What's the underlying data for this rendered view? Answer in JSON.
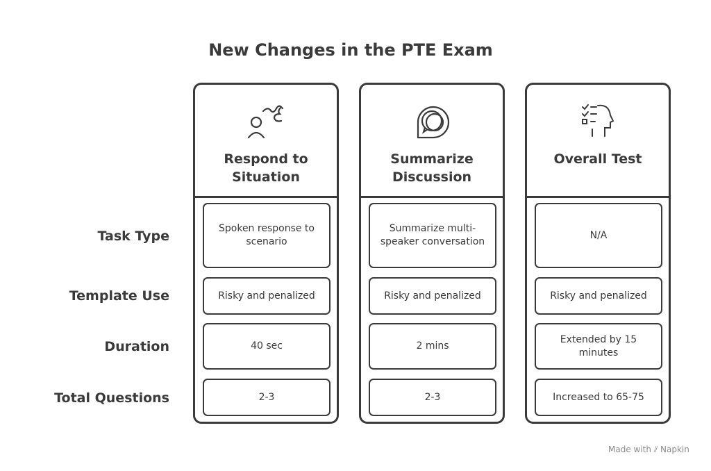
{
  "title": "New Changes in the PTE Exam",
  "row_labels": [
    "Task Type",
    "Template Use",
    "Duration",
    "Total Questions"
  ],
  "columns": [
    {
      "title_line1": "Respond to",
      "title_line2": "Situation",
      "icon": "person-speaking-icon",
      "cells": [
        "Spoken response to scenario",
        "Risky and penalized",
        "40 sec",
        "2-3"
      ]
    },
    {
      "title_line1": "Summarize",
      "title_line2": "Discussion",
      "icon": "chat-bubbles-icon",
      "cells": [
        "Summarize multi-speaker conversation",
        "Risky and penalized",
        "2 mins",
        "2-3"
      ]
    },
    {
      "title_line1": "Overall Test",
      "title_line2": "",
      "icon": "checklist-head-icon",
      "cells": [
        "N/A",
        "Risky and penalized",
        "Extended by 15 minutes",
        "Increased to 65-75"
      ]
    }
  ],
  "footer": {
    "made_with": "Made with",
    "brand": "Napkin"
  }
}
